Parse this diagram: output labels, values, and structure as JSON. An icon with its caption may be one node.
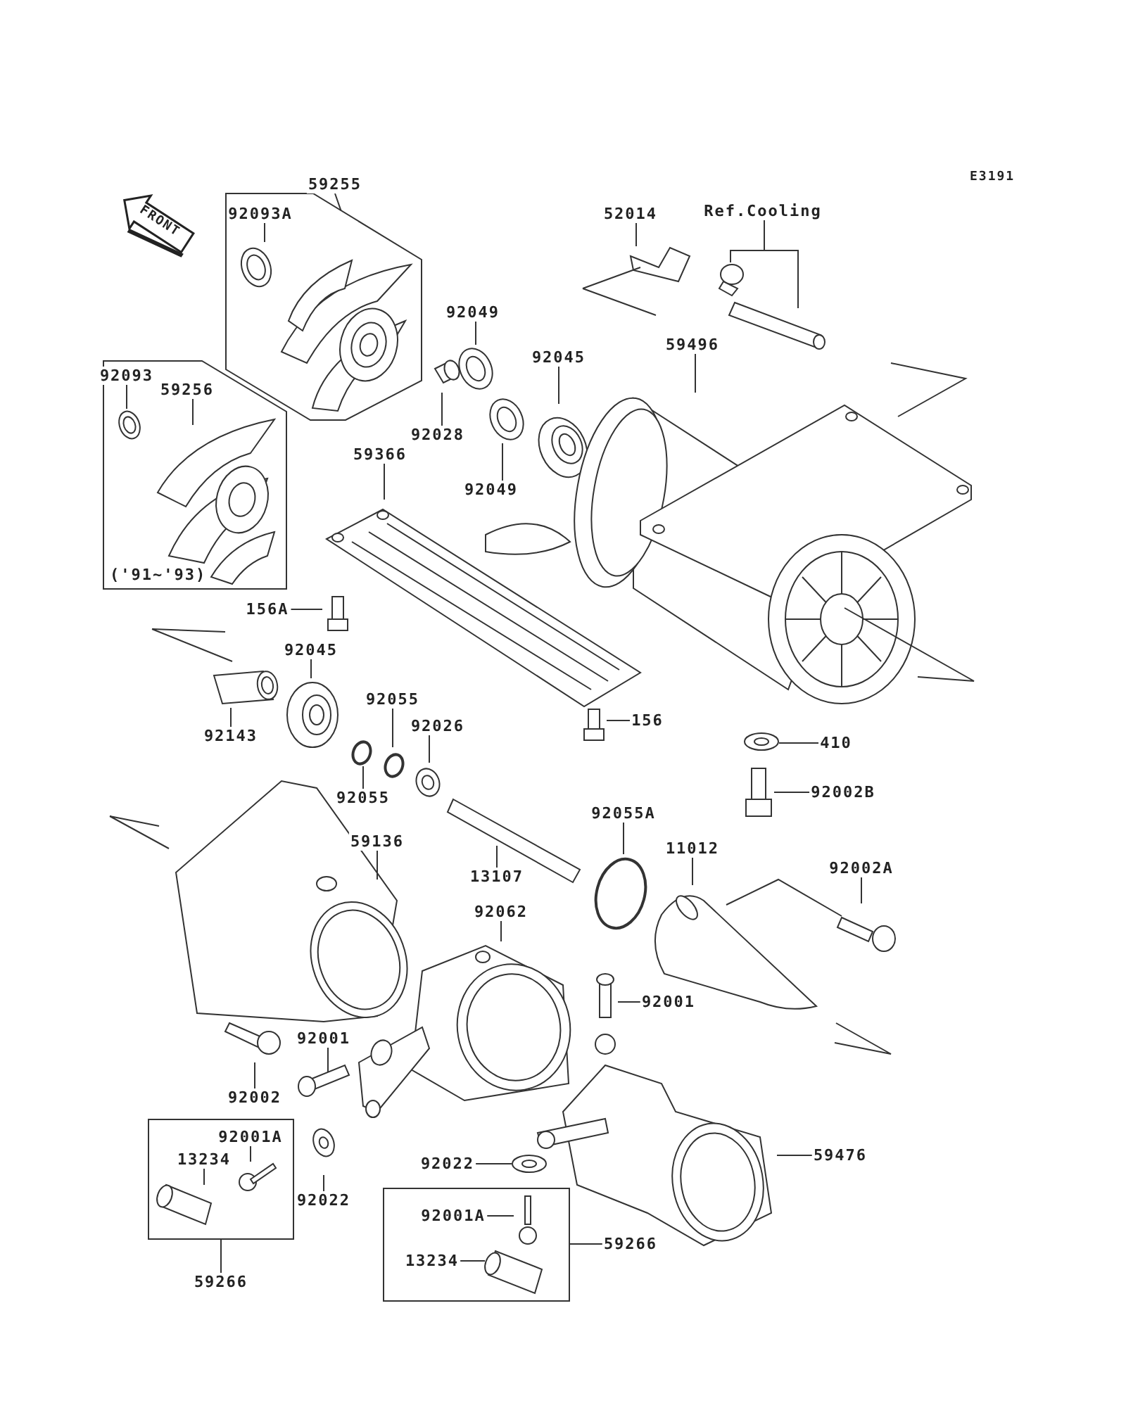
{
  "diagram": {
    "nodes": [
      {
        "text": [],
        "shape": "box"
      },
      {
        "text": [
          "59255"
        ]
      },
      {
        "text": [
          "92093A"
        ],
        "in": 0
      },
      {
        "text": [
          "('91~'93)"
        ]
      },
      {
        "text": [
          "92093"
        ],
        "in": 3
      },
      {
        "text": [
          "59256"
        ],
        "in": 3
      },
      {
        "text": [
          "92028"
        ]
      },
      {
        "text": [
          "92049"
        ]
      },
      {
        "text": [
          "92049"
        ]
      },
      {
        "text": [
          "92045"
        ]
      },
      {
        "text": [
          "59366"
        ]
      },
      {
        "text": [
          "52014"
        ]
      },
      {
        "text": [
          "Ref.Cooling"
        ]
      },
      {
        "text": [
          "59496"
        ]
      },
      {
        "text": [
          "156A"
        ]
      },
      {
        "text": [
          "92045"
        ]
      },
      {
        "text": [
          "92143"
        ]
      },
      {
        "text": [
          "92055"
        ]
      },
      {
        "text": [
          "92026"
        ]
      },
      {
        "text": [
          "92055"
        ]
      },
      {
        "text": [
          "156"
        ]
      },
      {
        "text": [
          "410"
        ]
      },
      {
        "text": [
          "92002B"
        ]
      },
      {
        "text": [
          "13107"
        ]
      },
      {
        "text": [
          "92055A"
        ]
      },
      {
        "text": [
          "11012"
        ]
      },
      {
        "text": [
          "92002A"
        ]
      },
      {
        "text": [
          "59136"
        ]
      },
      {
        "text": [
          "92062"
        ]
      },
      {
        "text": [
          "92001"
        ]
      },
      {
        "text": [
          "92002"
        ]
      },
      {
        "text": [
          "92001"
        ]
      },
      {
        "text": [
          "92022"
        ]
      },
      {
        "text": [],
        "shape": "box"
      },
      {
        "text": [
          "92001A"
        ],
        "in": 33
      },
      {
        "text": [
          "13234"
        ],
        "in": 33
      },
      {
        "text": [
          "59266"
        ]
      },
      {
        "text": [
          "92022"
        ]
      },
      {
        "text": [
          "59476"
        ]
      },
      {
        "text": [],
        "shape": "box"
      },
      {
        "text": [
          "92001A"
        ],
        "in": 39
      },
      {
        "text": [
          "13234"
        ],
        "in": 39
      },
      {
        "text": [
          "59266"
        ]
      },
      {
        "text": [],
        "shape": "picture",
        "in": 3
      },
      {
        "text": [],
        "shape": "circle"
      },
      {
        "text": [],
        "shape": "circle"
      },
      {
        "text": [],
        "shape": "picture"
      },
      {
        "text": [],
        "shape": "picture",
        "in": 33
      },
      {
        "text": [],
        "shape": "picture"
      },
      {
        "text": [],
        "shape": "cylinder",
        "in": 39
      }
    ],
    "edges": [
      {
        "from": 1,
        "to": 0,
        "arrow": "none"
      },
      {
        "from": 2,
        "to": null,
        "arrow": "none"
      },
      {
        "from": 4,
        "to": 43,
        "arrow": "none"
      },
      {
        "from": 5,
        "to": null,
        "arrow": "none"
      },
      {
        "from": 6,
        "to": null,
        "arrow": "none"
      },
      {
        "from": 7,
        "to": null,
        "arrow": "none"
      },
      {
        "from": 8,
        "to": null,
        "arrow": "none"
      },
      {
        "from": 9,
        "to": null,
        "arrow": "none"
      },
      {
        "from": 10,
        "to": null,
        "arrow": "none"
      },
      {
        "from": 11,
        "to": null,
        "arrow": "none"
      },
      {
        "from": 12,
        "to": 44,
        "arrow": "none"
      },
      {
        "from": 12,
        "to": null,
        "arrow": "none"
      },
      {
        "from": 13,
        "to": null,
        "arrow": "none"
      },
      {
        "from": 14,
        "to": null,
        "arrow": "none"
      },
      {
        "from": 15,
        "to": null,
        "arrow": "none"
      },
      {
        "from": 16,
        "to": null,
        "arrow": "none"
      },
      {
        "from": 17,
        "to": null,
        "arrow": "none"
      },
      {
        "from": 18,
        "to": null,
        "arrow": "none"
      },
      {
        "from": 19,
        "to": 45,
        "arrow": "none"
      },
      {
        "from": 20,
        "to": null,
        "arrow": "none"
      },
      {
        "from": 21,
        "to": 46,
        "arrow": "none"
      },
      {
        "from": 22,
        "to": null,
        "arrow": "none"
      },
      {
        "from": 23,
        "to": null,
        "arrow": "none"
      },
      {
        "from": 24,
        "to": null,
        "arrow": "none"
      },
      {
        "from": 25,
        "to": null,
        "arrow": "none"
      },
      {
        "from": 26,
        "to": null,
        "arrow": "none"
      },
      {
        "from": 27,
        "to": null,
        "arrow": "none"
      },
      {
        "from": 28,
        "to": null,
        "arrow": "none"
      },
      {
        "from": 29,
        "to": null,
        "arrow": "none"
      },
      {
        "from": 30,
        "to": null,
        "arrow": "none"
      },
      {
        "from": 31,
        "to": null,
        "arrow": "none"
      },
      {
        "from": 32,
        "to": null,
        "arrow": "none"
      },
      {
        "from": 34,
        "to": 47,
        "arrow": "none"
      },
      {
        "from": 35,
        "to": null,
        "arrow": "none"
      },
      {
        "from": 36,
        "to": 33,
        "arrow": "none"
      },
      {
        "from": 37,
        "to": 48,
        "arrow": "none"
      },
      {
        "from": 38,
        "to": null,
        "arrow": "none"
      },
      {
        "from": 40,
        "to": null,
        "arrow": "none"
      },
      {
        "from": 41,
        "to": 49,
        "arrow": "none"
      },
      {
        "from": 42,
        "to": 39,
        "arrow": "none"
      }
    ],
    "labels": [
      "FRONT",
      "E3191"
    ]
  }
}
